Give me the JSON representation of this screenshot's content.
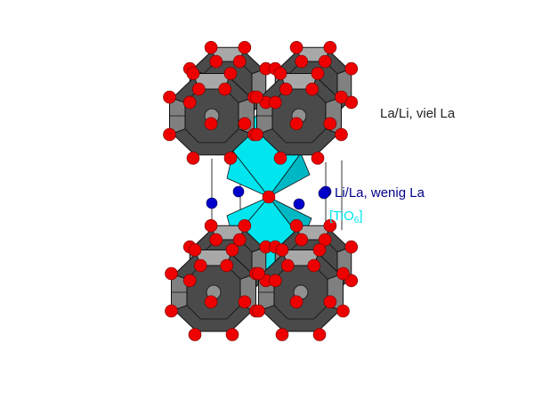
{
  "labels": {
    "la_li_rich": "La/Li, viel La",
    "li_la_poor": "Li/La, wenig La",
    "tio6_prefix": "[TiO",
    "tio6_sub": "6",
    "tio6_suffix": "]"
  },
  "colors": {
    "polyhedron_dark": "#4a4a4a",
    "polyhedron_face": "#808080",
    "polyhedron_light": "#a8a8a8",
    "oxygen": "#ee0000",
    "li_la_site": "#0000cc",
    "la_center": "#909090",
    "octahedron": "#00e5ee",
    "label_dark": "#222222",
    "label_blue": "#00008b",
    "label_cyan": "#00e5ee"
  },
  "icons": [
    "oxygen-atom-icon",
    "li-la-atom-icon",
    "octahedron-icon"
  ]
}
